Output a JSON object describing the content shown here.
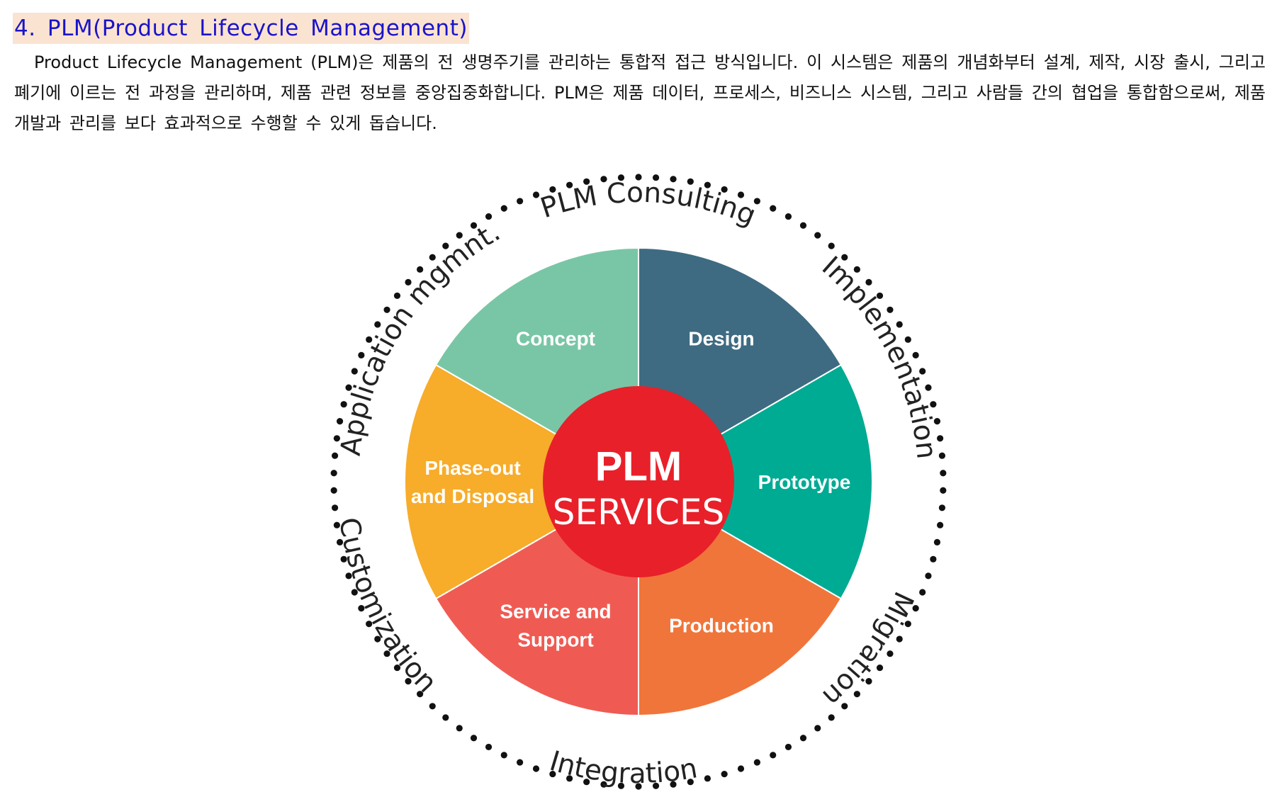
{
  "heading": "4. PLM(Product Lifecycle Management)",
  "intro": "Product Lifecycle Management (PLM)은 제품의 전 생명주기를 관리하는 통합적 접근 방식입니다. 이 시스템은 제품의 개념화부터 설계, 제작, 시장 출시, 그리고 폐기에 이르는 전 과정을 관리하며, 제품 관련 정보를 중앙집중화합니다. PLM은 제품 데이터, 프로세스, 비즈니스 시스템, 그리고 사람들 간의 협업을 통합함으로써, 제품 개발과 관리를 보다 효과적으로 수행할 수 있게 돕습니다.",
  "diagram": {
    "center": {
      "line1": "PLM",
      "line2": "SERVICES",
      "color": "#e8202a"
    },
    "segments": [
      {
        "lines": [
          "Design"
        ],
        "color": "#3e6b82"
      },
      {
        "lines": [
          "Prototype"
        ],
        "color": "#00ab93"
      },
      {
        "lines": [
          "Production"
        ],
        "color": "#f0753a"
      },
      {
        "lines": [
          "Service and",
          "Support"
        ],
        "color": "#ef5b53"
      },
      {
        "lines": [
          "Phase-out",
          "and Disposal"
        ],
        "color": "#f7ac2a"
      },
      {
        "lines": [
          "Concept"
        ],
        "color": "#79c6a6"
      }
    ],
    "ring_labels": [
      {
        "id": "plm-consulting",
        "text": "PLM Consulting",
        "side": "top"
      },
      {
        "id": "implementation",
        "text": "Implementation",
        "side": "top"
      },
      {
        "id": "migration",
        "text": "Migration",
        "side": "top"
      },
      {
        "id": "integration",
        "text": "Integration",
        "side": "bottom"
      },
      {
        "id": "customization",
        "text": "Customization",
        "side": "bottom"
      },
      {
        "id": "application-mgmnt",
        "text": "Application mgmnt.",
        "side": "top"
      }
    ],
    "dot_color": "#111111"
  }
}
